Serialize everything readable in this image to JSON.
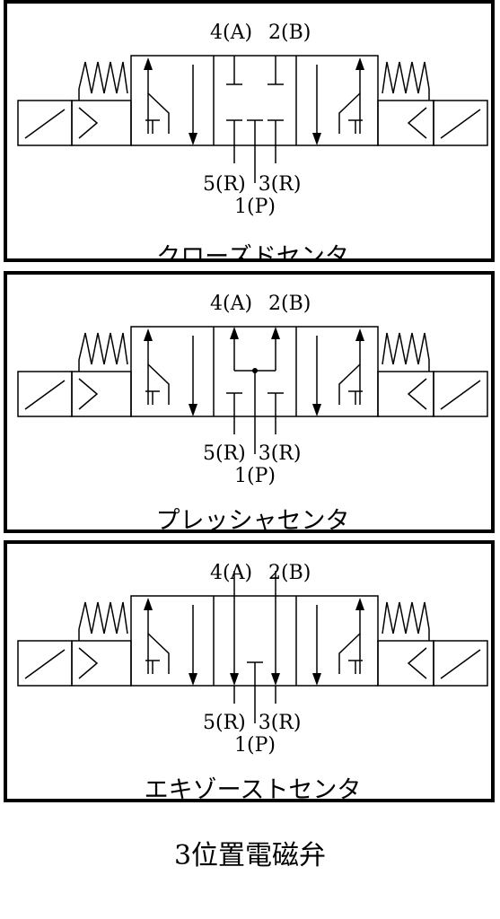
{
  "panels": [
    {
      "caption": "クローズドセンタ",
      "port_a": "4(A)",
      "port_b": "2(B)",
      "port_r": "5(R)  3(R)",
      "port_p": "1(P)"
    },
    {
      "caption": "プレッシャセンタ",
      "port_a": "4(A)",
      "port_b": "2(B)",
      "port_r": "5(R)  3(R)",
      "port_p": "1(P)"
    },
    {
      "caption": "エキゾーストセンタ",
      "port_a": "4(A)",
      "port_b": "2(B)",
      "port_r": "5(R)  3(R)",
      "port_p": "1(P)"
    }
  ],
  "figure_caption": "3位置電磁弁"
}
